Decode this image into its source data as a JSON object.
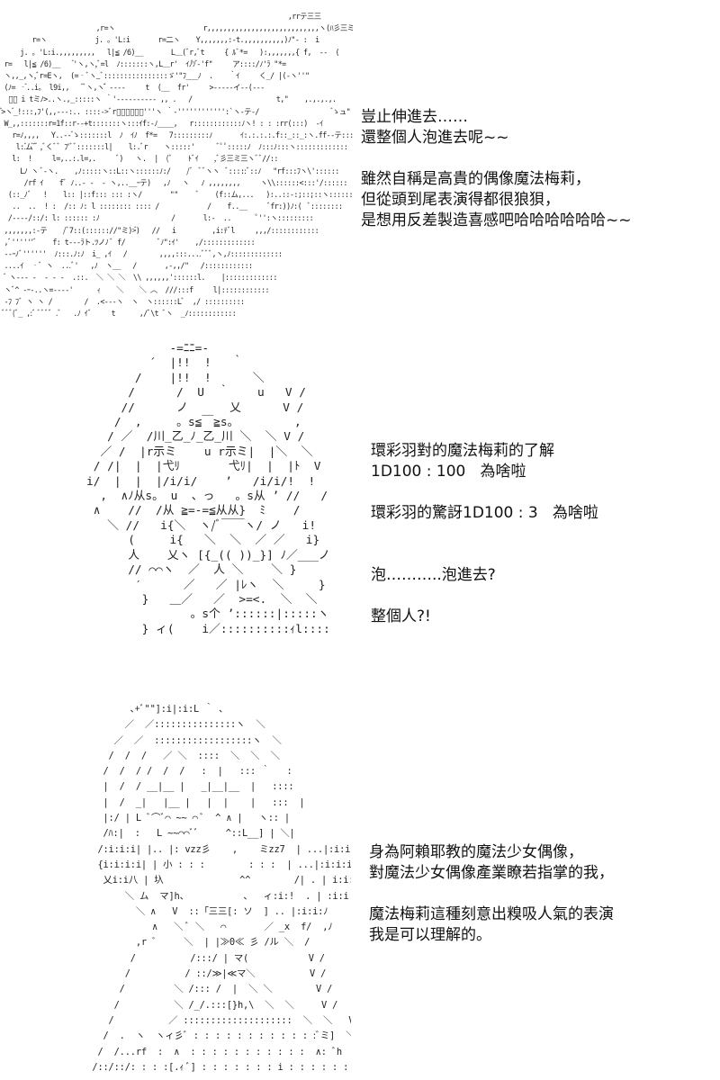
{
  "panels": [
    {
      "art": "                                                                        ,rrテ三三\n                        ,r=ヽ                      r,,,,,,,,,,,,,,,,,,,,,,,,,,,,ヽ(ﾊ彡三ミ\n        r=ヽ            j. 。'L:i       r=二ヽ    Y,,,,,,,:-t.,,,,,,,,,,)ﾉ\"‐ :  i\n     j. 。'L:i.,,,,,,,,,   l|≦ /6)__       L＿(ﾞr,ﾞt     { ﾙﾞ*=   ):,,,,,,,{ f,  ‐‐  (\n r=   l|≦ /6)__    ゙'ヽ,ヽ,ﾞ=l  ﾉ:::::::ヽ,L＿r'  ｲﾉ゙ｿ ゙‐'f\"     ア::::/ﾉ'ﾗ \"*=\n ヽ,,_,ヽ,ﾞr=Eヽ,  (=‐ﾞヽ_ﾞ::::::::::::::::ゞ'\"ﾌ___ﾉ  .    ｀ｲ     く_/ |(‐ヽ''\"\n (ﾉ= ‐゙..i。 l9i,,    ゙ﾞヽ,ヽ ゙゙ ‐‐‐‐     t  (__  fr'     >‐‐‐‐‐イ‐‐(‐‐-\n  ゙ﾟ i tミﾉ>..ヽ.,_:::::ヽ ｀'‐‐‐‐‐‐‐‐‐‐ ,, .   /                     t,\"    ,.,.,.,.\n ゙>ヽ ゙_!:::,ﾌ'(,,‐‐-:.. ::::‐>ﾞr゙゙゙゙゙゙'''ヽ ｀‐'''''''''''':`ヽ-テ‐/                   ゙ゝュ\"\n W_,,:::::::r=1f::r‐‐+t:::::::ヽ:::ｲf:-ﾉ____,   r::::::::::::ﾉヽ! : : :rr(:::)  ‐ｲ\n   r=ﾉ,,,,   Y..‐‐ ゙ゝ:::::::l  ﾉ  ｲﾉ  f*=   7:::::::::ﾉ       ｲ:.:.:.:.f::_::_:ヽ.ff‐‐テ::::\n    l:.゙ム゙ﾞ゙ ,ﾞくﾞﾞ ﾌ'ﾞﾞ:::::::l|    l:.ﾞr    ヽ:::::'      ﾞﾟﾟ:::::ﾉ  ﾉ:::ﾉ:::ヽ:::::::::::::\n   l:  !     l=,..:.l=,.     ﾞ)   ヽ.  |  (ﾞ    ﾄﾞｲ    ,ﾞ彡三ミ三ヽﾞﾞ//::\n     Lﾉ ヽ ﾞ‐ヽ.    ,ﾉ:::::ヽ::L::ヽ::::::ﾉ:/    /ﾞ  ﾞﾞヽヽ  ﾞ:::::ﾞ::ﾉ   \"rf:::ﾌヽ\\'::::::\n      /rf ｲ    fﾞ ﾉ..‐ ‐  ‐ ヽ,..__ｰテ)   ,ﾉ   ヽ   ﾉ ,,,,,,,,     ヽ\\\\::::::<:::'/::::::\n  (::_ﾉﾞ   !    l:: |::f::: ::: :ヽ/       \"\"     ﾞ    (f::ム,...   ):..::‐:;::;::ヽ::::::::\n   ..  ..  ! :  /:: ﾉ: l :::::::: :::: /            /    f..__     ﾞfr:))ﾉ:(  ﾞ::::::::\n  /‐‐‐‐/::/: l: :::::: :ﾉ                  /       l:-  ..      ﾟ'':ヽ:::::::::\n ,,,,,,,:‐テ    /ﾞ7::(:::::://\"ミ)>゙)   //   i         ,i:ﾃﾞl     ,,,/::::::::::::\n ,ﾞ''''''ﾞ    f: t‐‐‐ﾗト.ﾂノﾉ ﾞ f/        ﾞﾉ\":ｲ'    ,/:::::::::::::\n ‐‐ｰﾉﾞ''''''  ﾉ:::.ﾉ:ﾉ  i_ ,ｲ   /        ,,,,:::....ﾞﾞﾞ,ヽ,ﾉ:::::::::::::\n ....ｲ  ‐ﾞ ヽ  ...ﾞ'   ,ﾉ  ヽ__   /       ,-,,/\"   /::::::::::::\n  ゙ ヽ‐‐‐ ‐  ‐ ‐ ‐  .::.  ＼ ＼ ＼  \\\\ ,,,,,,'::::::l.    |:::::::::::::\n ヽﾞ^ ‐ｰ‐..ヽ=‐‐‐‐'      ｨ    ＼    ＼ ︿  ///:::f     l|::::::::::::\n ‐ﾌ ﾌﾞ ヽ ヽ /        /  .<‐‐‐ヽ  ヽ  ヽ::::::Lﾞ  ,/ ::::::::::\n ﾞﾞﾞ(ﾞ_ ,:ﾞ ﾞﾞﾞﾞ .ﾞ   .ﾉ ｲﾞ     t      ,/ﾞ\\t ﾞヽ  _ﾉ::::::::::::",
      "lines": [
        "豈止伸進去……",
        "還整個人泡進去呢~~",
        "",
        "雖然自稱是高貴的偶像魔法梅莉，",
        "但從頭到尾表演得都很狼狽，",
        "是想用反差製造喜感吧哈哈哈哈哈哈~~"
      ]
    },
    {
      "art": "            -=ﾆﾆ=-\n         ´  |!!  !   ｀\n       /    |!!  !      ＼\n      /      /  U  ｀    u   V /\n     //      ノ      乂      V /\n    /  ,     。s≦￣≧s。        ,\n   / ／  /川_乙_ﾉ_乙_川 ＼  ＼ V /\n  ／ /  |r示ミ    u r示ミ|  |＼  ＼\n / /|  |  |弋ﾘ       弋ﾘ|  |  |ﾄ  V\ni/  |  |  |/i/i/    ’   /i/i/!  !  !  ∧!\n  ,  ∧ﾉ从s。 u  、っ   。s从 ’ //   /\n ∧    //  /从 ≧=-=≦从从}  ﾐ    /\n   ＼ //   i{＼  ヽ/ﾞ￣￣ヽ/ ノ   i!\n      (     i{   ＼  ＼  ／ ／   i}\n      人    乂ヽ [{_(( ))_}] ﾉ／___ノ\n      // ⌒⌒ヽ  ／  人 ＼    ＼ }\n       ′      ／   ／ |ﾚヽ  ＼     }\n        }   ＿／   ／  >=<.  ＼  ＼\n               。s个 ’::::::|:::::ヽ, )h、  ､{\n        } ィ(    i／::::::::::ｨl::::::::::::ヽ,／ ] h、!",
      "lines": [
        "環彩羽對的魔法梅莉的了解",
        "1D100 : 100   為啥啦",
        "",
        "環彩羽的驚訝1D100 : 3   為啥啦",
        "",
        "",
        "泡………..泡進去?",
        "",
        "整個人?!"
      ]
    },
    {
      "art": "              ､+ﾞ\"\"]:i|:i:L ｀ ､\n             ／  ／:::::::::::::::ヽ  ＼\n           ／  ／  ::::::::::::::::::ヽ  ＼\n          /  /  /   ／ ＼  ::::  ＼  ＼  ＼\n         /  /  / /  /  /   :  |   ::: ｀   :\n         |  /  / __|__ |   _|__|__  |   ::::\n         |  /  _|   |__ |   |  |    |   :::  |\n         |:/ | L ﾞ⌒ﾞ⌒ ~~ ⌒ ﾞ  ^ ∧ |   ヽ:: |\n         /ﾊ:|  :   L ~~⌒⌒ﾞﾞ     ^::L__] | ＼|\n        /:i:i:i| |.. |: vzz彡    ,    ミzz7  | ...|:i:i:∧\n        {i:i:i:i| | 小 : : :        : : :  | ...|:i:i:i∧\n         乂i:i八 | 圦              ^^        /| . | i:i:i:i}\n             ＼ ム  マ]h、          、  ィ:i:!  . | :i:i:ﾉ\n               ＼ ∧   V  ::「三三[: ソ  ] .. |:i:i:ﾉ\n                  ∧   ＼ ﾞ ＼   ⌒       ／ _x  f/  ,ﾉ\n               ,r ﾞ     ＼  | |≫0≪ 彡 /ル ＼  /\n              /          /:::/ | マ(           V /\n             /          / ::/≫|≪マ＼          V /\n            /         ＼ /::: /  |  ＼ ＼        V /\n           /          ＼ /_/.:::[}h,\\  ＼  ＼     V /\n          /          ／ ::::::::::::::::::::  ＼  ＼   V /\n         /  .  ヽ  ヽィ彡ﾞ : : : : : : : : : : : :ﾞミ]  ＼^‐ﾞ   V /\n        /  /...rf  :  ∧  : : : : : : : : : : :  ∧: ﾞh  ＼  Ⅵ/\n       /::/::/: : : :[.ｨ ﾞ] : : : : : : : i : : : : : : : [:∧ : :V∧ :: Ⅵ/",
      "lines": [
        "身為阿賴耶教的魔法少女偶像，",
        "對魔法少女偶像產業瞭若指掌的我，",
        "",
        "魔法梅莉這種刻意出糗吸人氣的表演",
        "我是可以理解的。"
      ]
    }
  ]
}
